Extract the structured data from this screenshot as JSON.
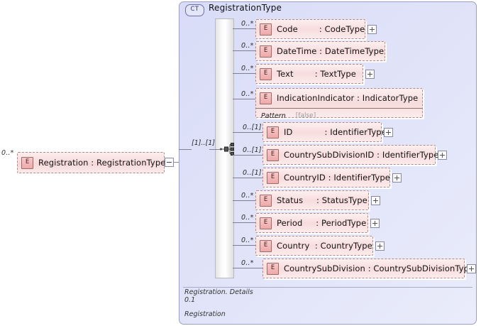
{
  "diagram": {
    "kind": "xsd-schema-diagram",
    "colors": {
      "container_fill": "#dfe2f8",
      "container_border": "#9a9ec6",
      "element_fill": "#f7dcdc",
      "element_border": "#b08a8a",
      "badge_fill": "#efa9a9",
      "rail_fill": "#fbfbfb"
    }
  },
  "root_element": {
    "badge": "E",
    "name": "Registration",
    "type": "RegistrationType",
    "label": "Registration : RegistrationType",
    "occurrence": "0..*",
    "collapse_icon": "minus-icon"
  },
  "complex_type": {
    "badge": "CT",
    "title": "RegistrationType",
    "compositor": {
      "icon": "sequence-icon",
      "occurrence": "[1]..[1]"
    }
  },
  "children": [
    {
      "badge": "E",
      "name": "Code",
      "type": "CodeType",
      "label": "Code        : CodeType",
      "occurrence": "0..*",
      "expandable": true,
      "expand_icon": "plus-icon"
    },
    {
      "badge": "E",
      "name": "DateTime",
      "type": "DateTimeType",
      "label": "DateTime : DateTimeType",
      "occurrence": "0..*",
      "expandable": false
    },
    {
      "badge": "E",
      "name": "Text",
      "type": "TextType",
      "label": "Text        : TextType",
      "occurrence": "0..*",
      "expandable": true,
      "expand_icon": "plus-icon"
    },
    {
      "badge": "E",
      "name": "IndicationIndicator",
      "type": "IndicatorType",
      "label": "IndicationIndicator : IndicatorType",
      "occurrence": "0..*",
      "expandable": false,
      "facet": {
        "name": "Pattern",
        "value": "[false]"
      }
    },
    {
      "badge": "E",
      "name": "ID",
      "type": "IdentifierType",
      "label": "ID            : IdentifierType",
      "occurrence": "0..[1]",
      "expandable": true,
      "expand_icon": "plus-icon"
    },
    {
      "badge": "E",
      "name": "CountrySubDivisionID",
      "type": "IdentifierType",
      "label": "CountrySubDivisionID : IdentifierType",
      "occurrence": "0..[1]",
      "expandable": true,
      "expand_icon": "plus-icon"
    },
    {
      "badge": "E",
      "name": "CountryID",
      "type": "IdentifierType",
      "label": "CountryID : IdentifierType",
      "occurrence": "0..[1]",
      "expandable": true,
      "expand_icon": "plus-icon"
    },
    {
      "badge": "E",
      "name": "Status",
      "type": "StatusType",
      "label": "Status     : StatusType",
      "occurrence": "0..*",
      "expandable": true,
      "expand_icon": "plus-icon"
    },
    {
      "badge": "E",
      "name": "Period",
      "type": "PeriodType",
      "label": "Period     : PeriodType",
      "occurrence": "0..*",
      "expandable": true,
      "expand_icon": "plus-icon"
    },
    {
      "badge": "E",
      "name": "Country",
      "type": "CountryType",
      "label": "Country  : CountryType",
      "occurrence": "0..*",
      "expandable": true,
      "expand_icon": "plus-icon"
    },
    {
      "badge": "E",
      "name": "CountrySubDivision",
      "type": "CountrySubDivisionType",
      "label": "CountrySubDivision : CountrySubDivisionType",
      "occurrence": "0..*",
      "expandable": true,
      "expand_icon": "plus-icon"
    }
  ],
  "annotation": {
    "line1": "Registration. Details",
    "line2": "0.1",
    "line3": "Registration"
  }
}
